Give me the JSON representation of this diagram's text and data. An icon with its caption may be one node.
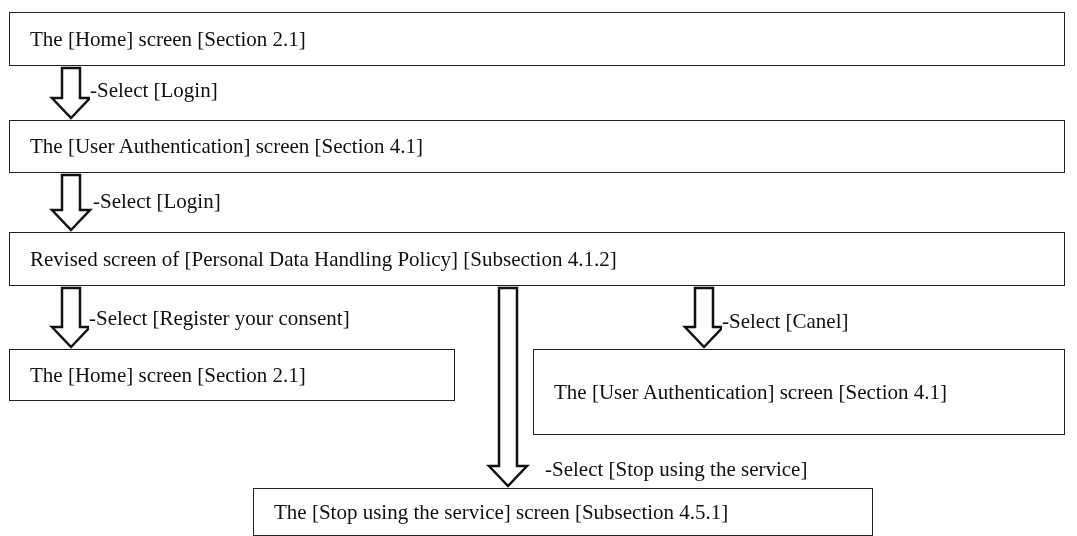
{
  "diagram": {
    "nodes": [
      {
        "text": [
          "The [Home] screen [Section 2.1]"
        ]
      },
      {
        "text": [
          "The [User Authentication] screen [Section 4.1]"
        ]
      },
      {
        "text": [
          "Revised screen of [Personal Data Handling Policy] [Subsection 4.1.2]"
        ]
      },
      {
        "text": [
          "The [Home] screen [Section 2.1]"
        ]
      },
      {
        "text": [
          "The [User Authentication] screen [Section 4.1]"
        ]
      },
      {
        "text": [
          "The [Stop using the service] screen [Subsection 4.5.1]"
        ]
      }
    ],
    "edges": [
      {
        "from": 0,
        "to": 1,
        "arrow": "to",
        "label": "-Select [Login]"
      },
      {
        "from": 1,
        "to": 2,
        "arrow": "to",
        "label": "-Select [Login]"
      },
      {
        "from": 2,
        "to": 3,
        "arrow": "to",
        "label": "-Select [Register your consent]"
      },
      {
        "from": 2,
        "to": 5,
        "arrow": "to",
        "label": "-Select [Stop using the service]"
      },
      {
        "from": 2,
        "to": 4,
        "arrow": "to",
        "label": "-Select [Canel]"
      }
    ]
  }
}
